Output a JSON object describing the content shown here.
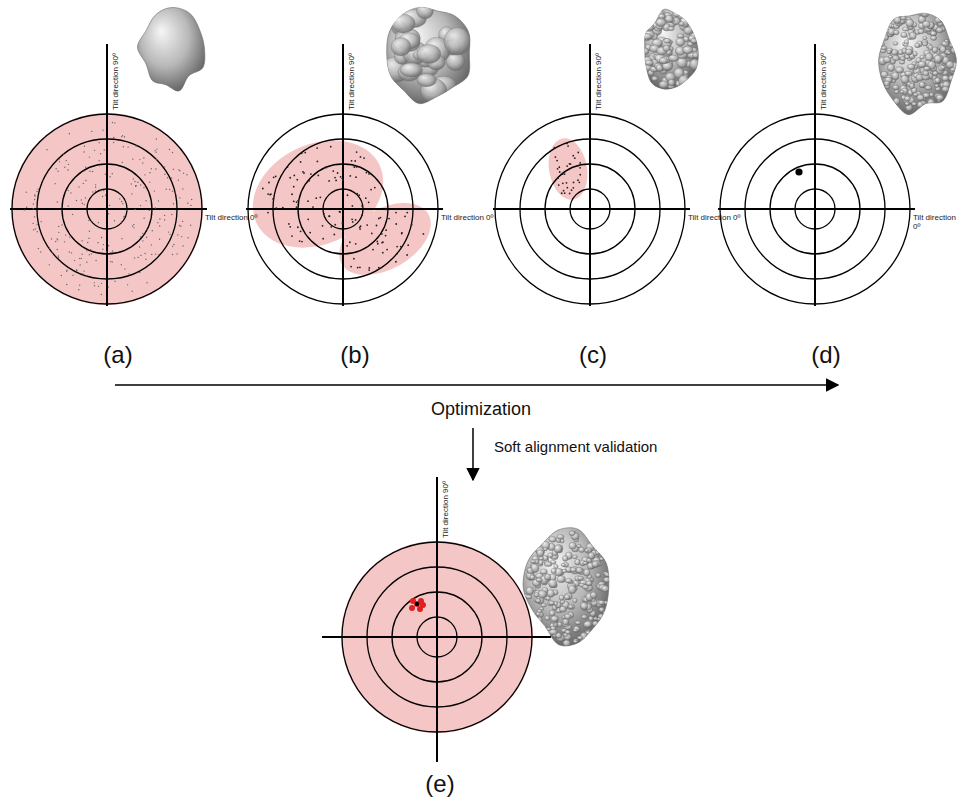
{
  "diagram": {
    "labels": [
      "Tilt direction 90º",
      "Tilt direction 0º",
      "Tilt direction 90º",
      "Tilt direction 0º",
      "Tilt direction 90º",
      "Tilt direction 0º",
      "Tilt direction 90º",
      "Tilt direction 0º",
      "(a)",
      "(b)",
      "(c)",
      "(d)",
      "Optimization",
      "Soft alignment validation",
      "Tilt direction 90º",
      "(e)"
    ]
  }
}
